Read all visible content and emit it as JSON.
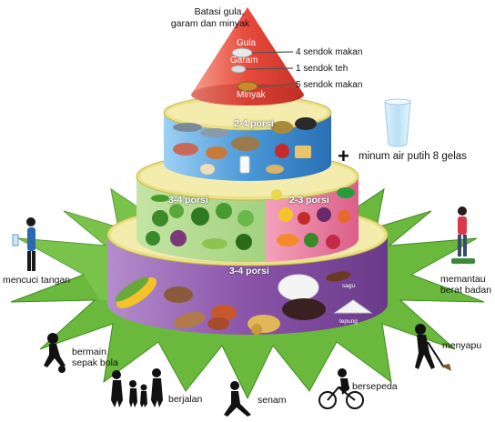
{
  "header": {
    "line1": "Batasi gula,",
    "line2": "garam dan minyak"
  },
  "top_tier": {
    "labels": [
      "Gula",
      "Garam",
      "Minyak"
    ],
    "portions": [
      "4 sendok makan",
      "1 sendok teh",
      "5 sendok makan"
    ]
  },
  "tier2": {
    "label": "2-4 porsi"
  },
  "water": {
    "plus": "+",
    "label": "minum air putih 8 gelas"
  },
  "tier3": {
    "left_label": "3-4 porsi",
    "right_label": "2-3 porsi"
  },
  "tier4": {
    "label": "3-4 porsi",
    "sagu": "sagu",
    "tepung": "tepung"
  },
  "activities": {
    "mencuci": "mencuci tangan",
    "memantau": "memantau\nberat badan",
    "bermain": "bermain\nsepak bola",
    "menyapu": "menyapu",
    "berjalan": "berjalan",
    "senam": "senam",
    "bersepeda": "bersepeda"
  },
  "colors": {
    "top": "#e8463c",
    "tier2": "#2e82c8",
    "veg": "#8cc464",
    "fruit": "#e8749a",
    "staple": "#8a54a8",
    "base": "#6ab83c",
    "rim": "#e9e089"
  }
}
